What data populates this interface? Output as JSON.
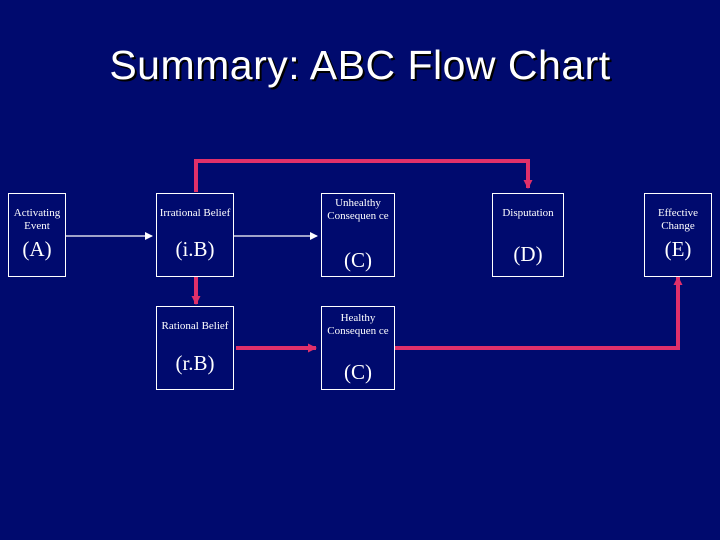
{
  "title": "Summary: ABC Flow Chart",
  "boxes": {
    "a": {
      "label": "Activating Event",
      "code": "(A)"
    },
    "ib": {
      "label": "Irrational Belief",
      "code": "(i.B)"
    },
    "uc": {
      "label": "Unhealthy Consequen ce",
      "code": "(C)"
    },
    "d": {
      "label": "Disputation",
      "code": "(D)"
    },
    "e": {
      "label": "Effective Change",
      "code": "(E)"
    },
    "rb": {
      "label": "Rational Belief",
      "code": "(r.B)"
    },
    "hc": {
      "label": "Healthy Consequen ce",
      "code": "(C)"
    }
  },
  "colors": {
    "background": "#000a6e",
    "text": "#ffffff",
    "connector": "#e0306a",
    "arrow": "#ffffff"
  }
}
